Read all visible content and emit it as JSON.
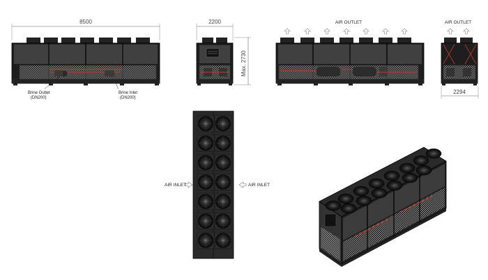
{
  "dimensions": {
    "length": "8500",
    "width": "2200",
    "height": "Max. 2730",
    "width_right": "2294"
  },
  "labels": {
    "brine_outlet": "Brine Outlet",
    "brine_outlet_size": "(DN200)",
    "brine_inlet": "Brine Inlet",
    "brine_inlet_size": "(DN200)",
    "air_outlet": "AIR OUTLET",
    "air_outlet_right": "AIR OUTLET",
    "air_inlet_left": "AIR INLET",
    "air_inlet_right": "AIR INLET"
  },
  "colors": {
    "frame": "#2a2a2a",
    "coil": "#3c3c3c",
    "pipe": "#c0392b",
    "mesh": "#9a9a9a"
  }
}
